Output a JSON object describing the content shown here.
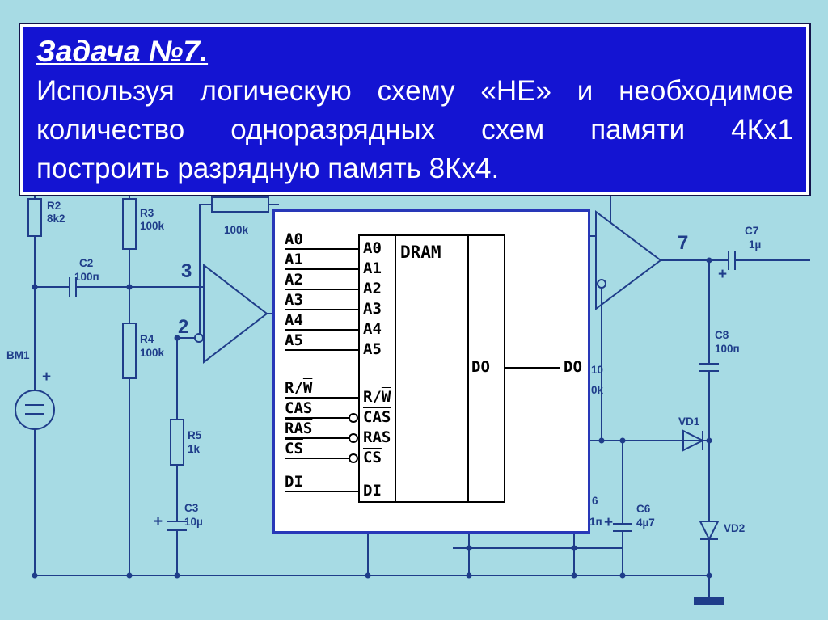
{
  "task_panel": {
    "title": "Задача №7.",
    "body_lines": [
      "Используя логическую схему «НЕ» и необходимое",
      "количество одноразрядных схем памяти 4Кх1",
      "построить разрядную память 8Кх4."
    ]
  },
  "dram_diagram": {
    "chip_label": "DRAM",
    "address_pins": [
      "A0",
      "A1",
      "A2",
      "A3",
      "A4",
      "A5"
    ],
    "rw_prefix": "R/",
    "rw_overline": "W",
    "cas": "CAS",
    "ras": "RAS",
    "cs": "CS",
    "di": "DI",
    "do": "DO"
  },
  "schematic": {
    "r2": "R2",
    "r2_value": "8k2",
    "r3": "R3",
    "r3_value": "100k",
    "feedback_value": "100k",
    "c2": "C2",
    "c2_value": "100п",
    "opamp1_input_top": "3",
    "opamp1_input_bottom": "2",
    "r4": "R4",
    "r4_value": "100k",
    "bm1": "BM1",
    "r5": "R5",
    "r5_value": "1k",
    "c3": "C3",
    "c3_value": "10µ",
    "opamp2_output": "7",
    "c7": "C7",
    "c7_value": "1µ",
    "c8": "C8",
    "c8_value": "100п",
    "r10_fragment_top": "10",
    "r10_fragment_bottom": "0k",
    "vd1": "VD1",
    "hidden_fragment_top": "6",
    "hidden_fragment_bottom": "1п",
    "c6": "C6",
    "c6_value": "4µ7",
    "vd2": "VD2",
    "plus": "+"
  },
  "colors": {
    "background": "#a7dbe4",
    "schematic_line": "#1f3d8a",
    "panel_blue": "#1414d2",
    "panel_text": "#ffffff",
    "diagram_ink": "#000000",
    "box_border": "#2838b8"
  }
}
